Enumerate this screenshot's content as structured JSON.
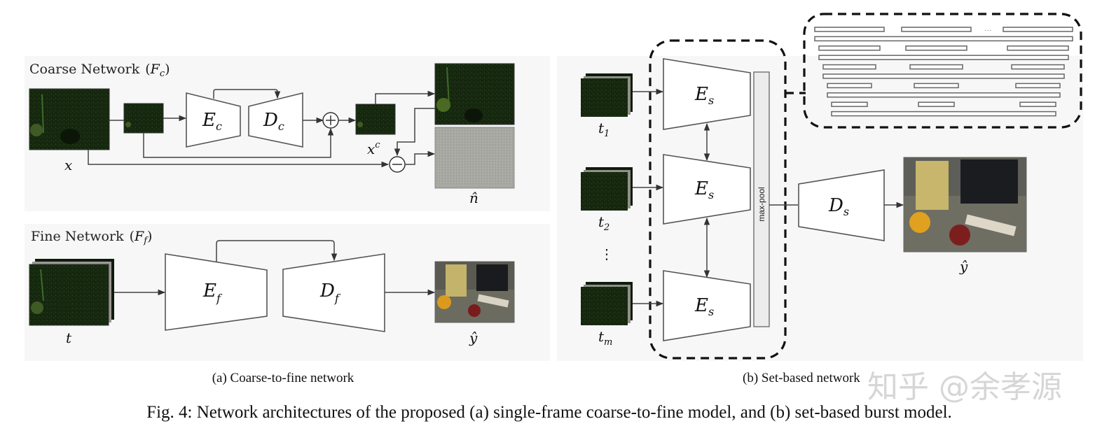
{
  "colors": {
    "panel_bg": "#f7f7f7",
    "noisy_image": "#14240f",
    "noisy_image_light": "#1f3b18",
    "noise_map": "#a9a9a4",
    "output_image": "#6b6a5c",
    "arrow": "#444444"
  },
  "panel_a": {
    "coarse": {
      "title": "Coarse Network",
      "symbol": "F",
      "symbol_sub": "c",
      "input_label": "x",
      "encoder": {
        "letter": "E",
        "sub": "c"
      },
      "decoder": {
        "letter": "D",
        "sub": "c"
      },
      "add_op": "+",
      "sub_op": "−",
      "coarse_output_label": "x",
      "coarse_output_sup": "c",
      "noise_label": "n̂"
    },
    "fine": {
      "title": "Fine Network",
      "symbol": "F",
      "symbol_sub": "f",
      "input_label": "t",
      "encoder": {
        "letter": "E",
        "sub": "f"
      },
      "decoder": {
        "letter": "D",
        "sub": "f"
      },
      "output_label": "ŷ"
    },
    "caption": "(a) Coarse-to-fine network"
  },
  "panel_b": {
    "inputs": [
      {
        "letter": "t",
        "sub": "1"
      },
      {
        "letter": "t",
        "sub": "2"
      },
      {
        "letter": "t",
        "sub": "m"
      }
    ],
    "ellipsis": "⋮",
    "encoder": {
      "letter": "E",
      "sub": "s"
    },
    "pool_label": "max-pool",
    "decoder": {
      "letter": "D",
      "sub": "s"
    },
    "output_label": "ŷ",
    "inset_ellipsis": "···",
    "caption": "(b) Set-based network"
  },
  "figure_caption": "Fig. 4: Network architectures of the proposed (a) single-frame coarse-to-fine model, and (b) set-based burst model.",
  "watermark": "知乎 @余孝源"
}
